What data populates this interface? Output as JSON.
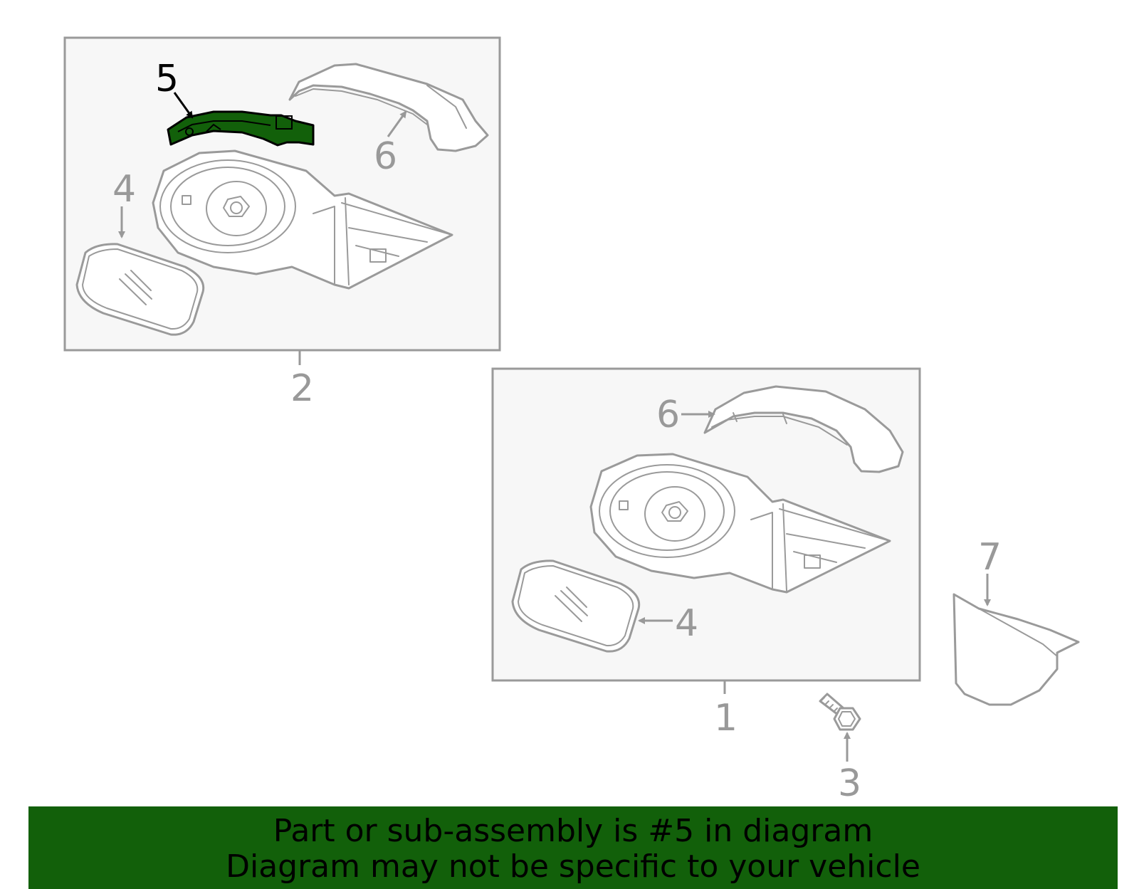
{
  "callouts": {
    "c1": "1",
    "c2": "2",
    "c3": "3",
    "c4a": "4",
    "c4b": "4",
    "c5": "5",
    "c6a": "6",
    "c6b": "6",
    "c7": "7"
  },
  "highlight_color": "#12600a",
  "banner": {
    "line1": "Part or sub-assembly is #5 in diagram",
    "line2": "Diagram may not be specific to your vehicle"
  }
}
